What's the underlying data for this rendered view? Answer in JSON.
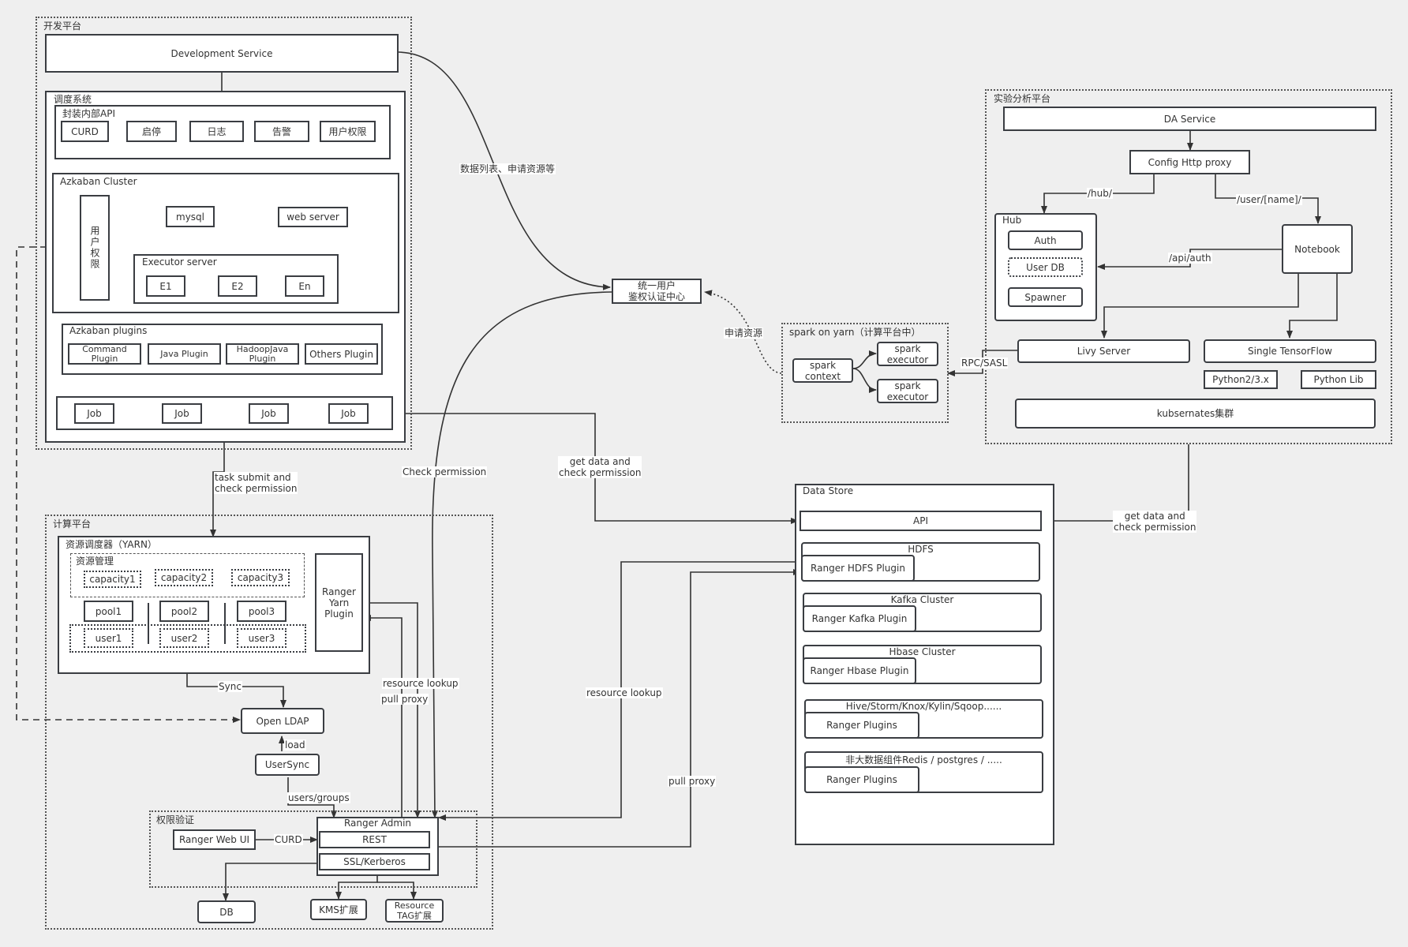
{
  "dev_platform": {
    "title": "开发平台",
    "dev_service": "Development Service",
    "scheduler": {
      "title": "调度系统",
      "api": {
        "title": "封装内部API",
        "items": [
          "CURD",
          "启停",
          "日志",
          "告警",
          "用户权限"
        ]
      },
      "azkaban_cluster": {
        "title": "Azkaban Cluster",
        "user_perm": "用户权限",
        "mysql": "mysql",
        "web_server": "web server",
        "executor": {
          "title": "Executor server",
          "nodes": [
            "E1",
            "E2",
            "En"
          ]
        }
      },
      "plugins": {
        "title": "Azkaban plugins",
        "items": [
          "Command Plugin",
          "Java Plugin",
          "HadoopJava Plugin",
          "Others Plugin"
        ]
      },
      "jobs": [
        "Job",
        "Job",
        "Job",
        "Job"
      ]
    }
  },
  "compute_platform": {
    "title": "计算平台",
    "yarn": {
      "title": "资源调度器（YARN）",
      "resource_mgmt": {
        "title": "资源管理",
        "capacities": [
          "capacity1",
          "capacity2",
          "capacity3"
        ]
      },
      "pools": [
        "pool1",
        "pool2",
        "pool3"
      ],
      "users": [
        "user1",
        "user2",
        "user3"
      ],
      "ranger_yarn_plugin": "Ranger Yarn Plugin"
    },
    "open_ldap": "Open LDAP",
    "usersync": "UserSync",
    "auth": {
      "title": "权限验证",
      "ranger_web_ui": "Ranger Web UI",
      "ranger_admin": "Ranger Admin",
      "rest": "REST",
      "ssl": "SSL/Kerberos"
    },
    "db": "DB",
    "kms": "KMS扩展",
    "resource_tag": "Resource TAG扩展"
  },
  "auth_center": "统一用户\n鉴权认证中心",
  "spark": {
    "title": "spark on yarn（计算平台中）",
    "context": "spark context",
    "executors": [
      "spark executor",
      "spark executor"
    ]
  },
  "analysis_platform": {
    "title": "实验分析平台",
    "da_service": "DA Service",
    "config_proxy": "Config Http proxy",
    "hub": {
      "title": "Hub",
      "items": [
        "Auth",
        "User DB",
        "Spawner"
      ]
    },
    "notebook": "Notebook",
    "livy": "Livy Server",
    "tensorflow": "Single TensorFlow",
    "python": "Python2/3.x",
    "python_lib": "Python Lib",
    "k8s": "kubsernates集群"
  },
  "data_store": {
    "title": "Data Store",
    "api": "API",
    "clusters": [
      {
        "name": "HDFS",
        "plugin": "Ranger HDFS Plugin"
      },
      {
        "name": "Kafka Cluster",
        "plugin": "Ranger Kafka Plugin"
      },
      {
        "name": "Hbase Cluster",
        "plugin": "Ranger Hbase Plugin"
      },
      {
        "name": "Hive/Storm/Knox/Kylin/Sqoop......",
        "plugin": "Ranger Plugins"
      },
      {
        "name": "非大数据组件Redis / postgres / .....",
        "plugin": "Ranger Plugins"
      }
    ]
  },
  "edge_labels": {
    "data_list": "数据列表、申请资源等",
    "apply_resource": "申请资源",
    "rpc_sasl": "RPC/SASL",
    "hub_path": "/hub/",
    "user_path": "/user/[name]/",
    "api_auth": "/api/auth",
    "task_submit": "task submit and\ncheck permission",
    "check_permission": "Check permission",
    "get_data_1": "get data and\ncheck permission",
    "get_data_2": "get data and\ncheck permission",
    "resource_lookup_1": "resource lookup",
    "pull_proxy_1": "pull proxy",
    "resource_lookup_2": "resource lookup",
    "pull_proxy_2": "pull proxy",
    "sync": "Sync",
    "load": "load",
    "users_groups": "users/groups",
    "curd": "CURD"
  }
}
